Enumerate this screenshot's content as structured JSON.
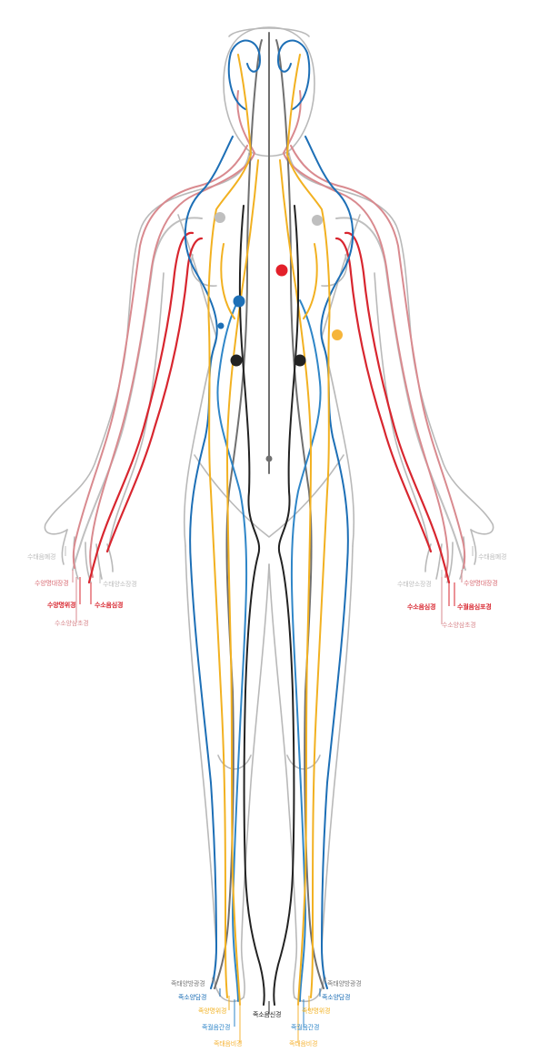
{
  "colors": {
    "outline": "#b9b9b9",
    "hand_taeeum": "#bfbfbf",
    "hand_yangming": "#d96b73",
    "hand_soeum_heart": "#d8262f",
    "hand_soyang": "#c9898b",
    "foot_taeyang": "#7a7a7a",
    "foot_soyang": "#1d6fb6",
    "foot_yangming": "#f2b121",
    "foot_soeum": "#222222",
    "foot_gworeum": "#2f86c8",
    "foot_taeeum": "#f6b53a"
  },
  "left_hand_labels": {
    "taeeum_lung": "수태음폐경",
    "yangming_large": "수양명대장경",
    "taeyang_small": "수태양소장경",
    "yangming_stomach": "수양명위경",
    "soeum_heart": "수소음심경",
    "soyang_triple": "수소양삼초경"
  },
  "right_hand_labels": {
    "taeeum_lung": "수태음폐경",
    "taeyang_small": "수태양소장경",
    "yangming_large": "수양명대장경",
    "soeum_heart": "수소음심경",
    "gworeum_pericardium": "수궐음심포경",
    "soyang_triple": "수소양삼초경"
  },
  "left_foot_labels": {
    "taeyang_bladder": "족태양방광경",
    "soyang_gall": "족소양담경",
    "yangming_stomach": "족양명위경",
    "gworeum_liver": "족궐음간경",
    "taeeum_spleen": "족태음비경"
  },
  "center_foot_label": {
    "soeum_kidney": "족소음신경"
  },
  "right_foot_labels": {
    "taeyang_bladder": "족태양방광경",
    "soyang_gall": "족소양담경",
    "yangming_stomach": "족양명위경",
    "gworeum_liver": "족궐음간경",
    "taeeum_spleen": "족태음비경"
  }
}
